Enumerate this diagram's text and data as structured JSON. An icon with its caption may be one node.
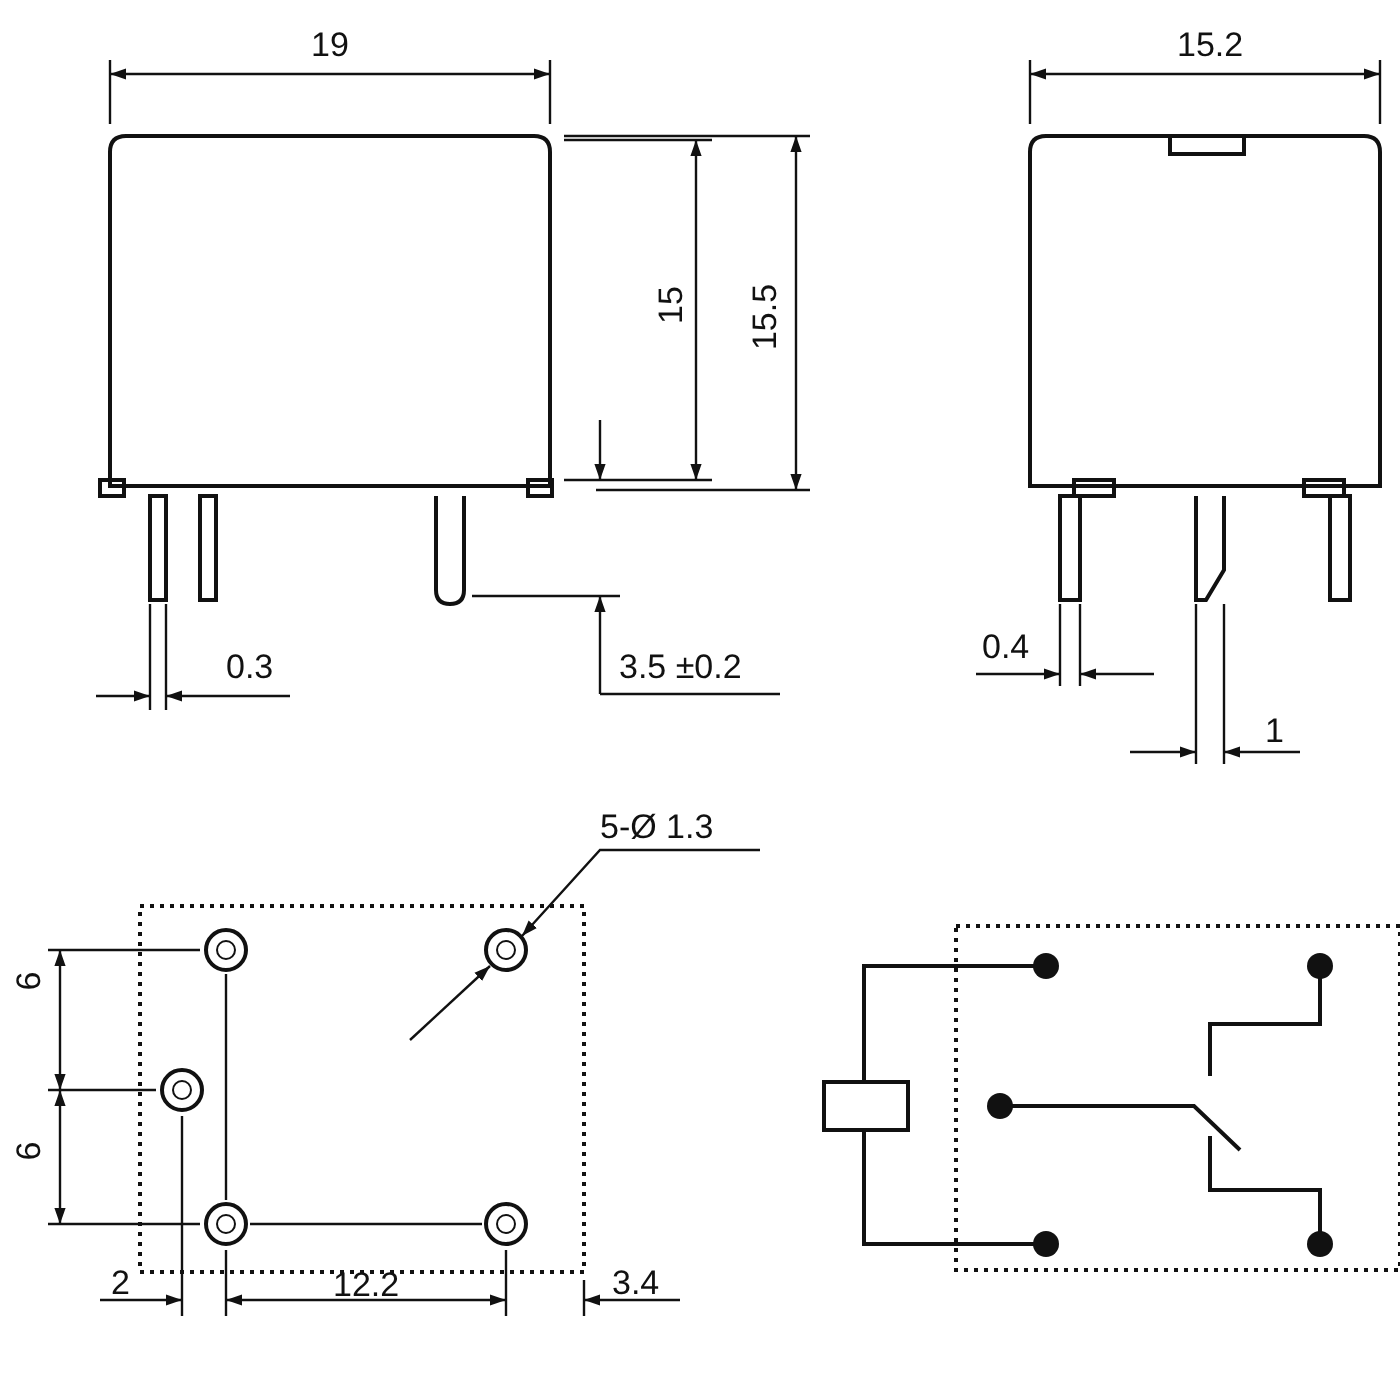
{
  "diagram": {
    "nodes": [
      {
        "text": [
          "5-Ø 1.3"
        ]
      },
      {
        "text": [],
        "shape": "circle"
      }
    ],
    "edges": [
      {
        "from": 0,
        "to": 1,
        "arrow": "to"
      }
    ],
    "labels": [
      "19",
      "15.2",
      "15",
      "15.5",
      "0.3",
      "3.5 ±0.2",
      "0.4",
      "1",
      "6",
      "6",
      "2",
      "12.2",
      "3.4"
    ]
  }
}
